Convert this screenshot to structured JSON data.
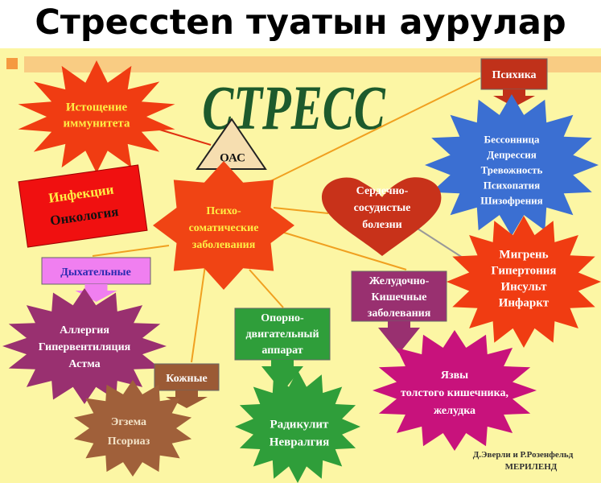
{
  "title": "Стрессten туатын аурулар",
  "heading": "СТРЕСС",
  "colors": {
    "background": "#fcf6a4",
    "heading": "#1d5a2c",
    "red": "#f03c12",
    "blue": "#3b6fd2",
    "magenta": "#c8127c",
    "purple": "#993070",
    "green": "#2f9e3a",
    "brown": "#a0603a",
    "pink": "#f07ff0",
    "arrow": "#f0a020"
  },
  "nodes": {
    "oac": "ОАС",
    "exhaustion": [
      "Истощение",
      "иммунитета"
    ],
    "infections": [
      "Инфекции",
      "Онкология"
    ],
    "psychosomatic": [
      "Психо-",
      "соматические",
      "заболевания"
    ],
    "psyche": "Психика",
    "psyche_effects": [
      "Бессонница",
      "Депрессия",
      "Тревожность",
      "Психопатия",
      "Шизофрения"
    ],
    "cardio": [
      "Сердечно-",
      "сосудистые",
      "болезни"
    ],
    "cardio_effects": [
      "Мигрень",
      "Гипертония",
      "Инсульт",
      "Инфаркт"
    ],
    "gastro": [
      "Желудочно-",
      "Кишечные",
      "заболевания"
    ],
    "gastro_effects": [
      "Язвы",
      "толстого кишечника,",
      "желудка"
    ],
    "respiratory": "Дыхательные",
    "respiratory_effects": [
      "Аллергия",
      "Гипервентиляция",
      "Астма"
    ],
    "skin": "Кожные",
    "skin_effects": [
      "Эгзема",
      "Псориаз"
    ],
    "musculo": [
      "Опорно-",
      "двигательный",
      "аппарат"
    ],
    "musculo_effects": [
      "Радикулит",
      "Невралгия"
    ]
  },
  "credit": [
    "Д.Эверли и  Р.Розенфельд",
    "МЕРИЛЕНД"
  ]
}
